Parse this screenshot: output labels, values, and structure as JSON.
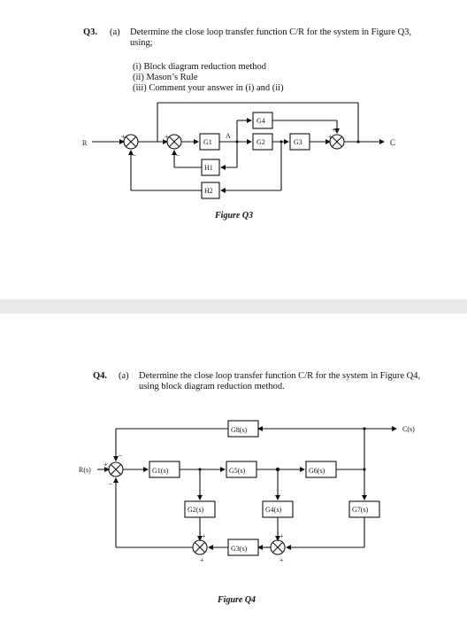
{
  "q3": {
    "number": "Q3.",
    "part": "(a)",
    "question_line1": "Determine the close loop transfer function C/R for the system in Figure Q3,",
    "question_line2": "using;",
    "items": [
      "(i)   Block diagram reduction method",
      "(ii)  Mason’s Rule",
      "(iii)  Comment your answer in (i) and (ii)"
    ],
    "figure_caption": "Figure Q3",
    "labels": {
      "input": "R",
      "output": "C",
      "node_a": "A",
      "g1": "G1",
      "g2": "G2",
      "g3": "G3",
      "g4": "G4",
      "h1": "H1",
      "h2": "H2"
    }
  },
  "q4": {
    "number": "Q4.",
    "part": "(a)",
    "question_line1": "Determine the close loop transfer function C/R for the system in Figure Q4,",
    "question_line2": "using block diagram reduction method.",
    "figure_caption": "Figure Q4",
    "labels": {
      "input": "R(s)",
      "output": "C(s)",
      "g1": "G1(s)",
      "g2": "G2(s)",
      "g3": "G3(s)",
      "g4": "G4(s)",
      "g5": "G5(s)",
      "g6": "G6(s)",
      "g7": "G7(s)",
      "g8": "G8(s)"
    }
  }
}
